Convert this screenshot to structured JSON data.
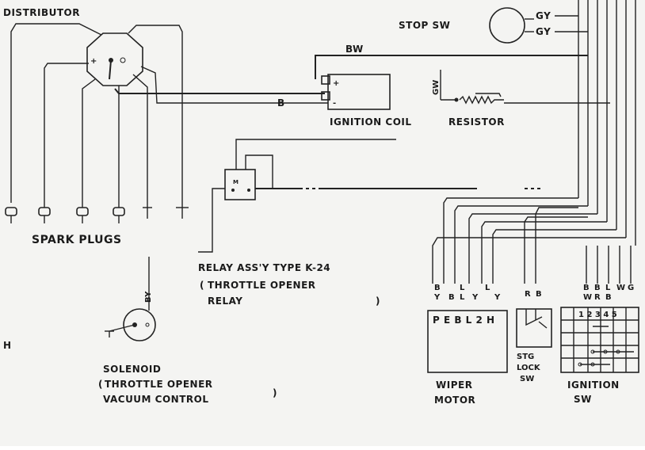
{
  "labels": {
    "distributor": "DISTRIBUTOR",
    "stop_sw": "STOP SW",
    "gy_top": "GY",
    "gy_bottom": "GY",
    "bw": "BW",
    "b": "B",
    "gw": "GW",
    "ignition_coil": "IGNITION COIL",
    "resistor": "RESISTOR",
    "spark_plugs": "SPARK PLUGS",
    "relay_title": "RELAY ASS'Y TYPE K-24",
    "relay_line2": "THROTTLE OPENER",
    "relay_line3": "RELAY",
    "solenoid_title": "SOLENOID",
    "solenoid_line2": "THROTTLE OPENER",
    "solenoid_line3": "VACUUM CONTROL",
    "by": "BY",
    "wiper_terminals": "P E B L 2 H",
    "wiper_line1": "WIPER",
    "wiper_line2": "MOTOR",
    "stg_line1": "STG",
    "stg_line2": "LOCK",
    "stg_line3": "SW",
    "ignition_line1": "IGNITION",
    "ignition_line2": "SW",
    "ignition_positions": "1 2 3 4 5",
    "left_edge_mark": "H"
  },
  "wire_codes": {
    "wiper": [
      "Y",
      "B",
      "B",
      "L",
      "L",
      "Y",
      "L",
      "Y"
    ],
    "stg_lock": [
      "R",
      "B"
    ],
    "ignition": [
      "B",
      "W",
      "B",
      "R",
      "L",
      "B",
      "W",
      "G"
    ]
  }
}
